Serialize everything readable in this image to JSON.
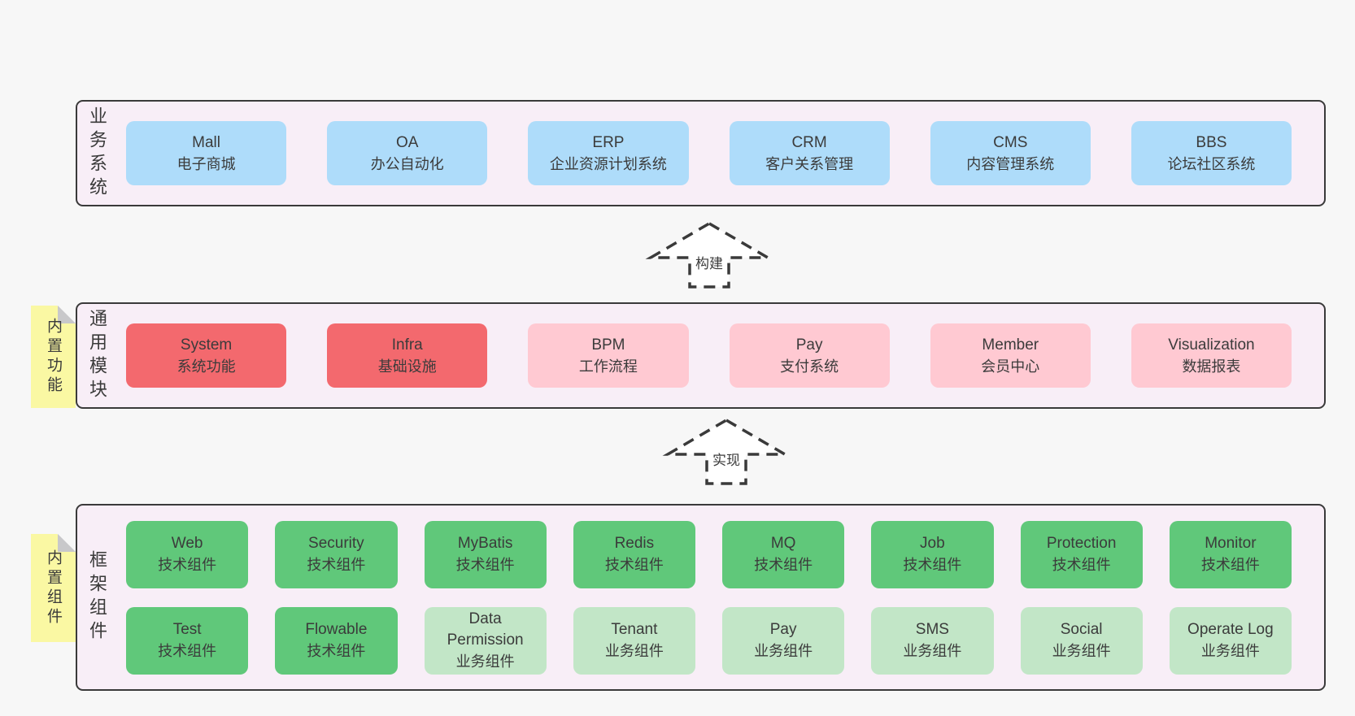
{
  "page": {
    "background": "#f7f7f7"
  },
  "colors": {
    "panel_bg": "#f8eef7",
    "panel_border": "#3a3a3a",
    "text": "#3b3b3b",
    "sticky_bg": "#faf8a3",
    "sticky_fold": "#c8c8ca",
    "arrow_fill": "#ffffff",
    "arrow_stroke": "#3a3a3a",
    "boxes": {
      "blue": "#aedcfa",
      "red": "#f3696e",
      "pink": "#ffc9d2",
      "green": "#60c87a",
      "lightgreen": "#c2e6c7"
    }
  },
  "sections": [
    {
      "id": "business-systems",
      "side_label": "业务系统",
      "sticky": null,
      "rows": [
        [
          {
            "title": "Mall",
            "subtitle": "电子商城",
            "color": "blue"
          },
          {
            "title": "OA",
            "subtitle": "办公自动化",
            "color": "blue"
          },
          {
            "title": "ERP",
            "subtitle": "企业资源计划系统",
            "color": "blue"
          },
          {
            "title": "CRM",
            "subtitle": "客户关系管理",
            "color": "blue"
          },
          {
            "title": "CMS",
            "subtitle": "内容管理系统",
            "color": "blue"
          },
          {
            "title": "BBS",
            "subtitle": "论坛社区系统",
            "color": "blue"
          }
        ]
      ]
    },
    {
      "id": "common-modules",
      "side_label": "通用模块",
      "sticky": "内置功能",
      "rows": [
        [
          {
            "title": "System",
            "subtitle": "系统功能",
            "color": "red"
          },
          {
            "title": "Infra",
            "subtitle": "基础设施",
            "color": "red"
          },
          {
            "title": "BPM",
            "subtitle": "工作流程",
            "color": "pink"
          },
          {
            "title": "Pay",
            "subtitle": "支付系统",
            "color": "pink"
          },
          {
            "title": "Member",
            "subtitle": "会员中心",
            "color": "pink"
          },
          {
            "title": "Visualization",
            "subtitle": "数据报表",
            "color": "pink"
          }
        ]
      ]
    },
    {
      "id": "framework-components",
      "side_label": "框架组件",
      "sticky": "内置组件",
      "rows": [
        [
          {
            "title": "Web",
            "subtitle": "技术组件",
            "color": "green"
          },
          {
            "title": "Security",
            "subtitle": "技术组件",
            "color": "green"
          },
          {
            "title": "MyBatis",
            "subtitle": "技术组件",
            "color": "green"
          },
          {
            "title": "Redis",
            "subtitle": "技术组件",
            "color": "green"
          },
          {
            "title": "MQ",
            "subtitle": "技术组件",
            "color": "green"
          },
          {
            "title": "Job",
            "subtitle": "技术组件",
            "color": "green"
          },
          {
            "title": "Protection",
            "subtitle": "技术组件",
            "color": "green"
          },
          {
            "title": "Monitor",
            "subtitle": "技术组件",
            "color": "green"
          }
        ],
        [
          {
            "title": "Test",
            "subtitle": "技术组件",
            "color": "green"
          },
          {
            "title": "Flowable",
            "subtitle": "技术组件",
            "color": "green"
          },
          {
            "title": "Data Permission",
            "subtitle": "业务组件",
            "color": "lightgreen"
          },
          {
            "title": "Tenant",
            "subtitle": "业务组件",
            "color": "lightgreen"
          },
          {
            "title": "Pay",
            "subtitle": "业务组件",
            "color": "lightgreen"
          },
          {
            "title": "SMS",
            "subtitle": "业务组件",
            "color": "lightgreen"
          },
          {
            "title": "Social",
            "subtitle": "业务组件",
            "color": "lightgreen"
          },
          {
            "title": "Operate Log",
            "subtitle": "业务组件",
            "color": "lightgreen"
          }
        ]
      ]
    }
  ],
  "arrows": [
    {
      "label": "构建"
    },
    {
      "label": "实现"
    }
  ]
}
